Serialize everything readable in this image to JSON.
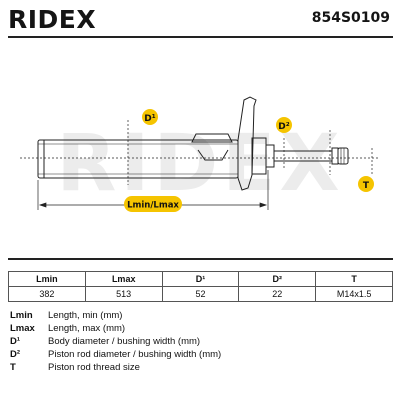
{
  "brand": {
    "name": "RIDEX",
    "part_number": "854S0109"
  },
  "drawing": {
    "label_d1": "D¹",
    "label_d2": "D²",
    "label_t": "T",
    "label_length": "Lmin/Lmax",
    "watermark": "RIDEX"
  },
  "table": {
    "headers": [
      "Lmin",
      "Lmax",
      "D¹",
      "D²",
      "T"
    ],
    "values": [
      "382",
      "513",
      "52",
      "22",
      "M14x1.5"
    ]
  },
  "legend": [
    {
      "key": "Lmin",
      "desc": "Length, min (mm)"
    },
    {
      "key": "Lmax",
      "desc": "Length, max (mm)"
    },
    {
      "key": "D¹",
      "desc": "Body diameter / bushing width (mm)"
    },
    {
      "key": "D²",
      "desc": "Piston rod diameter / bushing width (mm)"
    },
    {
      "key": "T",
      "desc": "Piston rod thread size"
    }
  ],
  "colors": {
    "accent": "#f5c400",
    "line": "#222222",
    "watermark": "#e6e6e6"
  }
}
